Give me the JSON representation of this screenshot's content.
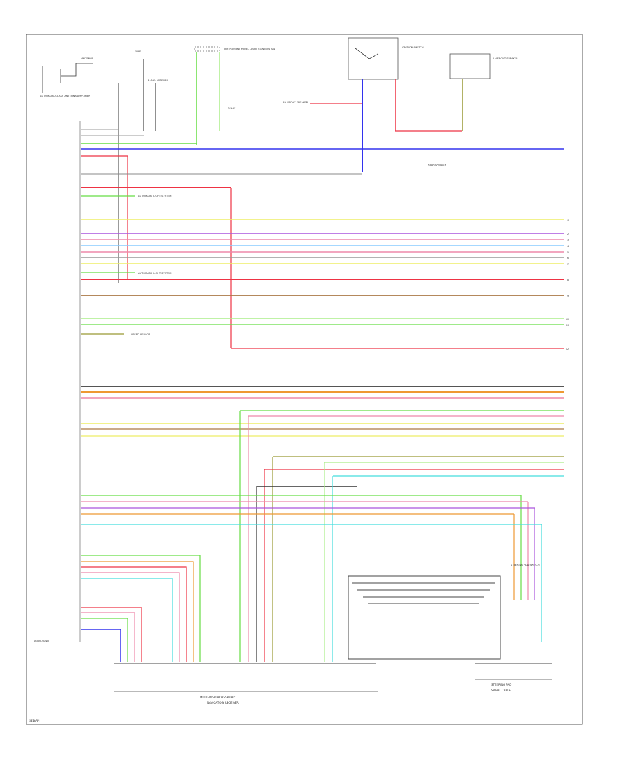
{
  "page": {
    "code": "SEDAN"
  },
  "colors": {
    "frame": "#555555",
    "wire_green": "#66dd44",
    "wire_blue": "#3333ee",
    "wire_red": "#ee3344",
    "wire_pink": "#ee88aa",
    "wire_yellow": "#eeee66",
    "wire_black": "#222222",
    "wire_gray": "#999999",
    "wire_orange": "#ee9933",
    "wire_violet": "#aa55dd",
    "wire_brown": "#aa7744",
    "wire_lightgreen": "#aaee88",
    "wire_cyan": "#44dddd",
    "wire_lightblue": "#88ccff",
    "wire_olive": "#999933"
  },
  "labels": {
    "antenna": "ANTENNA",
    "antenna_amp": "AUTOMATIC GLASS ANTENNA AMPLIFIER",
    "radio": "RADIO ANTENNA",
    "fuse": "FUSE",
    "dimmer": "INSTRUMENT PANEL LIGHT CONTROL SW",
    "relay": "RELAY",
    "ignition": "IGNITION SWITCH",
    "speaker_fl": "LH FRONT SPEAKER",
    "speaker_fr": "RH FRONT SPEAKER",
    "rear_speaker": "REAR SPEAKER",
    "steering_sw": "STEERING PAD SWITCH",
    "audio_unit": "AUDIO UNIT",
    "system_a": "AUTOMATIC LIGHT SYSTEM",
    "system_b": "AUTOMATIC LIGHT SYSTEM",
    "system_c": "SPEED SENSOR",
    "main_unit_label": "MULTI-DISPLAY ASSEMBLY",
    "main_unit_sub": "NAVIGATION RECEIVER",
    "bottom_right_label": "STEERING PAD",
    "bottom_right_sub": "SPIRAL CABLE"
  }
}
